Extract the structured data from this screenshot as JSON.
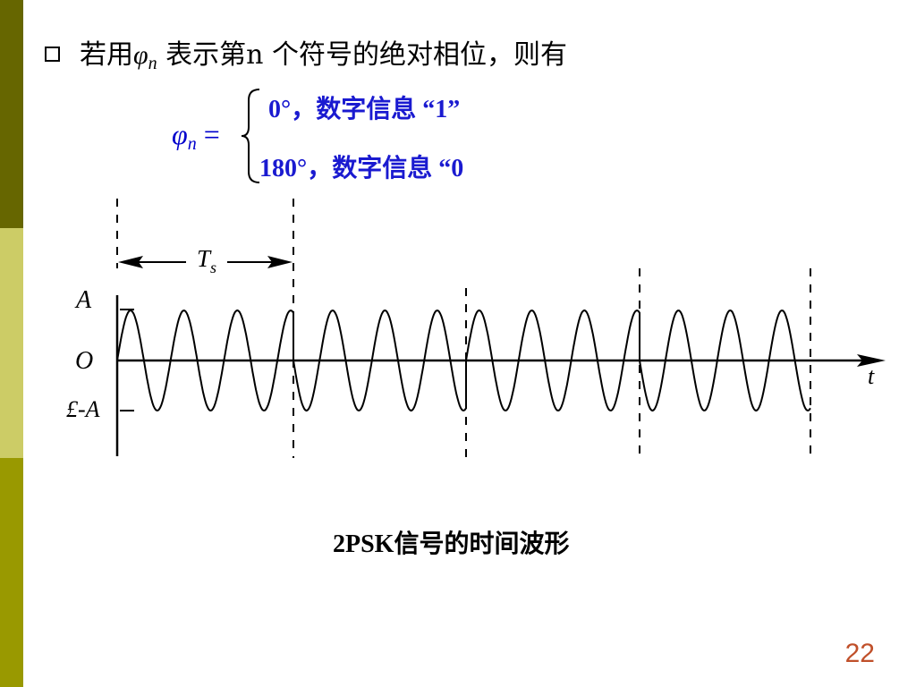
{
  "slide": {
    "bullet_text": "若用",
    "bullet_symbol": "φ",
    "bullet_subscript": "n",
    "bullet_rest": " 表示第n 个符号的绝对相位，则有",
    "formula": {
      "lhs_symbol": "φ",
      "lhs_subscript": "n",
      "lhs_eq": " =",
      "case1": "0°，数字信息 “1”",
      "case2": "180°，数字信息 “0"
    },
    "diagram": {
      "label_period": "T",
      "label_period_sub": "s",
      "label_amp_pos": "A",
      "label_origin": "O",
      "label_amp_neg": "£-A",
      "label_time": "t"
    },
    "caption": "2PSK信号的时间波形",
    "page_number": "22"
  },
  "theme": {
    "sidebar_top": "#666600",
    "sidebar_mid": "#cccc66",
    "sidebar_bottom": "#999900",
    "formula_color": "#1a1ad0",
    "page_number_color": "#c0502a"
  },
  "waveform": {
    "symbols": [
      "1",
      "0",
      "1",
      "0"
    ],
    "cycles_per_symbol": 3.3,
    "amplitude_ratio": 1.0
  }
}
